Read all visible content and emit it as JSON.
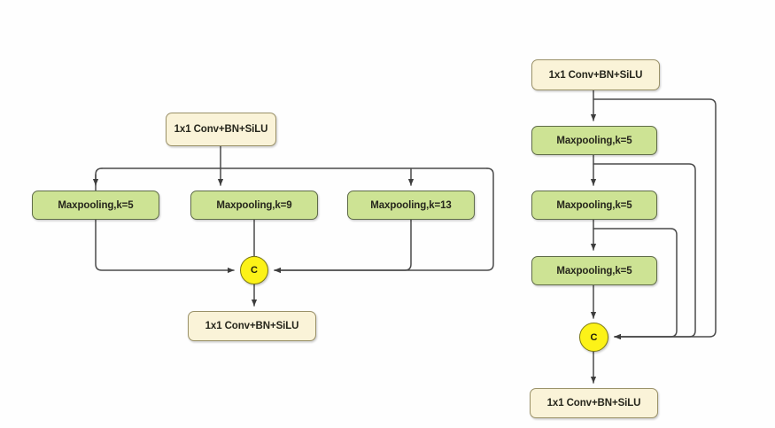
{
  "figure": {
    "background": "#ffffff",
    "colors": {
      "conv_fill": "#faf3d8",
      "conv_stroke": "#9a9168",
      "pool_fill": "#cde394",
      "pool_stroke": "#5f6b49",
      "concat_fill": "#fcf218",
      "concat_stroke": "#7d7a14",
      "wire": "#4a4a4a",
      "text": "#26261c"
    }
  },
  "diagrams": [
    {
      "id": "spp",
      "name": "spp-block",
      "nodes": {
        "top_conv": "1x1 Conv+BN+SiLU",
        "pool_left": "Maxpooling,k=5",
        "pool_center": "Maxpooling,k=9",
        "pool_right": "Maxpooling,k=13",
        "concat": "C",
        "bottom_conv": "1x1 Conv+BN+SiLU"
      }
    },
    {
      "id": "sppf",
      "name": "sppf-block",
      "nodes": {
        "top_conv": "1x1 Conv+BN+SiLU",
        "pool_1": "Maxpooling,k=5",
        "pool_2": "Maxpooling,k=5",
        "pool_3": "Maxpooling,k=5",
        "concat": "C",
        "bottom_conv": "1x1 Conv+BN+SiLU"
      }
    }
  ]
}
